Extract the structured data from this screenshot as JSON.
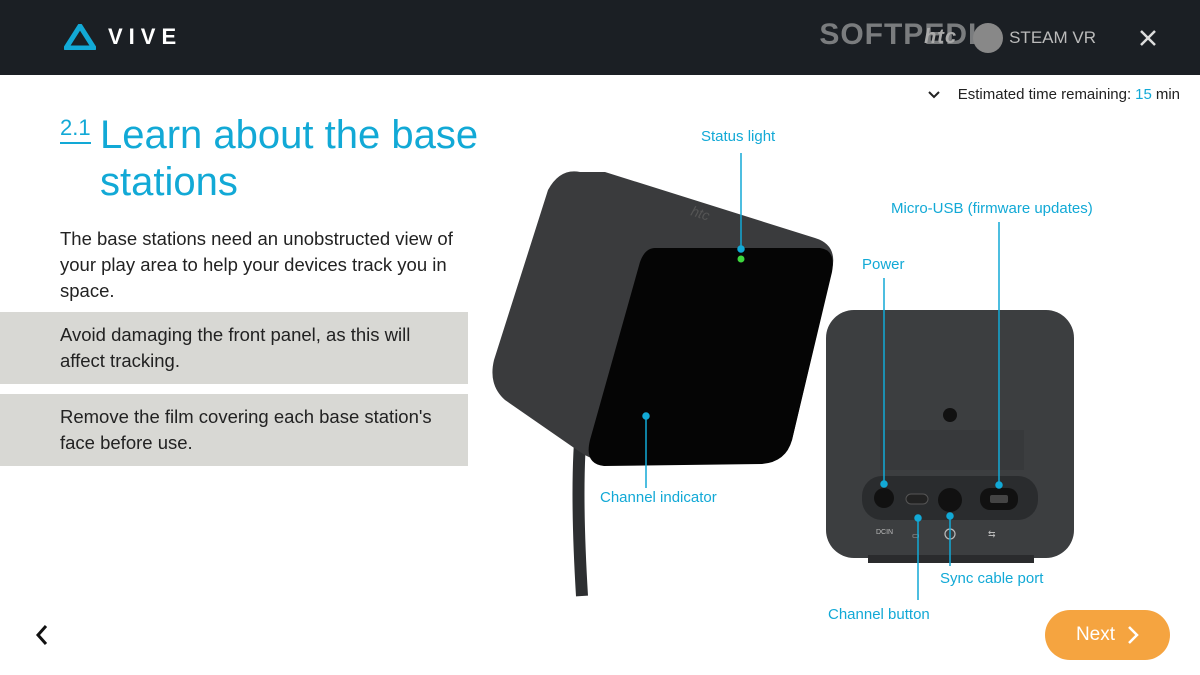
{
  "header": {
    "brand": "VIVE",
    "htc_logo": "htc",
    "watermark": "SOFTPEDIA",
    "steamvr": "STEAM VR",
    "close_icon": "close-icon",
    "bg_color": "#1b1f24"
  },
  "status": {
    "label": "Estimated time remaining:",
    "value": "15",
    "unit": "min"
  },
  "page": {
    "step_number": "2.1",
    "title": "Learn about the base stations",
    "intro": "The base stations need an unobstructed view of your play area to help your devices track you in space.",
    "notes": [
      "Avoid damaging the front panel, as this will affect tracking.",
      "Remove the film covering each base station's face before use."
    ]
  },
  "diagram": {
    "labels": {
      "status_light": "Status light",
      "micro_usb": "Micro-USB (firmware updates)",
      "power": "Power",
      "channel_indicator": "Channel indicator",
      "sync_cable_port": "Sync cable port",
      "channel_button": "Channel button"
    },
    "port_icons": [
      "DC IN",
      "channel",
      "sync",
      "usb"
    ]
  },
  "footer": {
    "back_icon": "chevron-left-icon",
    "next_label": "Next",
    "next_color": "#f5a440"
  },
  "colors": {
    "accent": "#12a9d6",
    "note_bg": "#d8d8d4",
    "status_light": "#3dd63d"
  }
}
